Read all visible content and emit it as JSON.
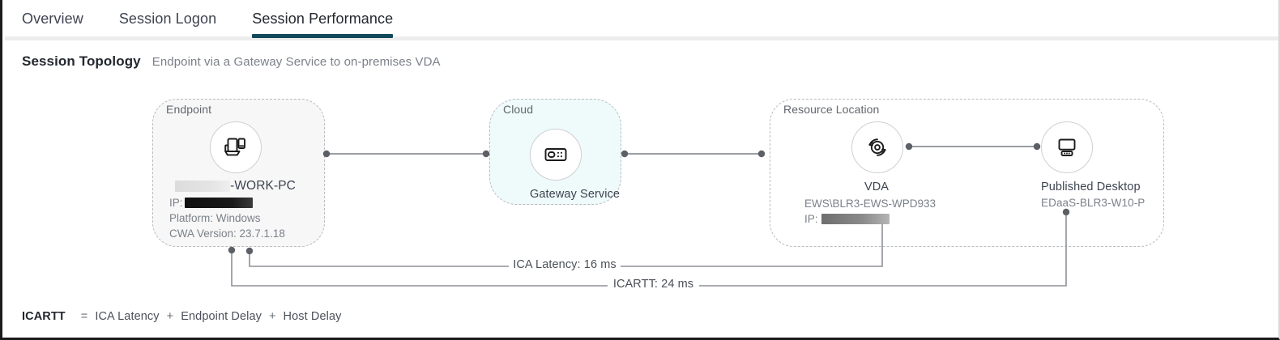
{
  "tabs": [
    {
      "id": "overview",
      "label": "Overview",
      "active": false
    },
    {
      "id": "session-logon",
      "label": "Session Logon",
      "active": false
    },
    {
      "id": "session-performance",
      "label": "Session Performance",
      "active": true
    }
  ],
  "section": {
    "title": "Session Topology",
    "subtitle": "Endpoint via a Gateway Service to on-premises VDA"
  },
  "zones": {
    "endpoint": {
      "label": "Endpoint"
    },
    "cloud": {
      "label": "Cloud"
    },
    "resource": {
      "label": "Resource Location"
    }
  },
  "nodes": {
    "endpoint": {
      "icon": "devices-icon",
      "name_suffix": "-WORK-PC",
      "name_redacted": true,
      "ip_label": "IP:",
      "ip_value_redacted": true,
      "platform": "Platform: Windows",
      "cwa_version": "CWA Version: 23.7.1.18"
    },
    "gateway": {
      "icon": "gateway-icon",
      "name": "Gateway Service"
    },
    "vda": {
      "icon": "vda-icon",
      "name": "VDA",
      "machine": "EWS\\BLR3-EWS-WPD933",
      "ip_label": "IP:",
      "ip_value_redacted": true
    },
    "published_desktop": {
      "icon": "desktop-icon",
      "name": "Published Desktop",
      "machine": "EDaaS-BLR3-W10-P"
    }
  },
  "metrics": {
    "ica_latency": {
      "label": "ICA Latency: 16 ms",
      "name": "ICA Latency",
      "value": 16,
      "unit": "ms"
    },
    "icartt": {
      "label": "ICARTT: 24 ms",
      "name": "ICARTT",
      "value": 24,
      "unit": "ms"
    }
  },
  "formula": {
    "term": "ICARTT",
    "equals": "=",
    "part1": "ICA Latency",
    "plus1": "+",
    "part2": "Endpoint Delay",
    "plus2": "+",
    "part3": "Host Delay"
  },
  "colors": {
    "accent": "#124a5c",
    "cloud_fill": "#effafa",
    "endpoint_fill": "#f7f7f7",
    "line": "#8d9197",
    "text": "#3d4450",
    "muted": "#7b8189"
  }
}
